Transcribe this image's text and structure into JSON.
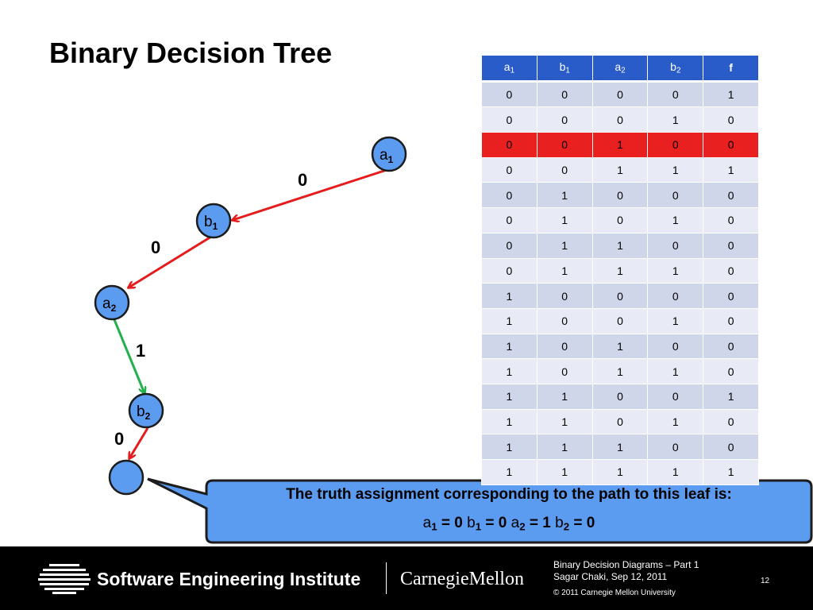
{
  "title": "Binary Decision Tree",
  "tree": {
    "nodes": [
      {
        "var": "a",
        "sub": "1"
      },
      {
        "var": "b",
        "sub": "1"
      },
      {
        "var": "a",
        "sub": "2"
      },
      {
        "var": "b",
        "sub": "2"
      }
    ],
    "edges": [
      {
        "label": "0",
        "color": "#e41c1c"
      },
      {
        "label": "0",
        "color": "#e41c1c"
      },
      {
        "label": "1",
        "color": "#22b14c"
      },
      {
        "label": "0",
        "color": "#e41c1c"
      }
    ]
  },
  "truth_table": {
    "headers": [
      {
        "var": "a",
        "sub": "1"
      },
      {
        "var": "b",
        "sub": "1"
      },
      {
        "var": "a",
        "sub": "2"
      },
      {
        "var": "b",
        "sub": "2"
      },
      {
        "var": "f",
        "sub": ""
      }
    ],
    "rows": [
      [
        "0",
        "0",
        "0",
        "0",
        "1"
      ],
      [
        "0",
        "0",
        "0",
        "1",
        "0"
      ],
      [
        "0",
        "0",
        "1",
        "0",
        "0"
      ],
      [
        "0",
        "0",
        "1",
        "1",
        "1"
      ],
      [
        "0",
        "1",
        "0",
        "0",
        "0"
      ],
      [
        "0",
        "1",
        "0",
        "1",
        "0"
      ],
      [
        "0",
        "1",
        "1",
        "0",
        "0"
      ],
      [
        "0",
        "1",
        "1",
        "1",
        "0"
      ],
      [
        "1",
        "0",
        "0",
        "0",
        "0"
      ],
      [
        "1",
        "0",
        "0",
        "1",
        "0"
      ],
      [
        "1",
        "0",
        "1",
        "0",
        "0"
      ],
      [
        "1",
        "0",
        "1",
        "1",
        "0"
      ],
      [
        "1",
        "1",
        "0",
        "0",
        "1"
      ],
      [
        "1",
        "1",
        "0",
        "1",
        "0"
      ],
      [
        "1",
        "1",
        "1",
        "0",
        "0"
      ],
      [
        "1",
        "1",
        "1",
        "1",
        "1"
      ]
    ],
    "highlight_color": "#e8201f",
    "header_color": "#2a5cc9"
  },
  "callout": {
    "line1": "The truth assignment corresponding to the path to this leaf is:",
    "assignment": [
      {
        "var": "a",
        "sub": "1",
        "val": "0"
      },
      {
        "var": "b",
        "sub": "1",
        "val": "0"
      },
      {
        "var": "a",
        "sub": "2",
        "val": "1"
      },
      {
        "var": "b",
        "sub": "2",
        "val": "0"
      }
    ]
  },
  "footer": {
    "org": "Software Engineering Institute",
    "university": "CarnegieMellon",
    "deck_title": "Binary Decision Diagrams – Part 1",
    "author_date": "Sagar Chaki, Sep 12, 2011",
    "copyright": "© 2011 Carnegie Mellon University",
    "page": "12"
  }
}
